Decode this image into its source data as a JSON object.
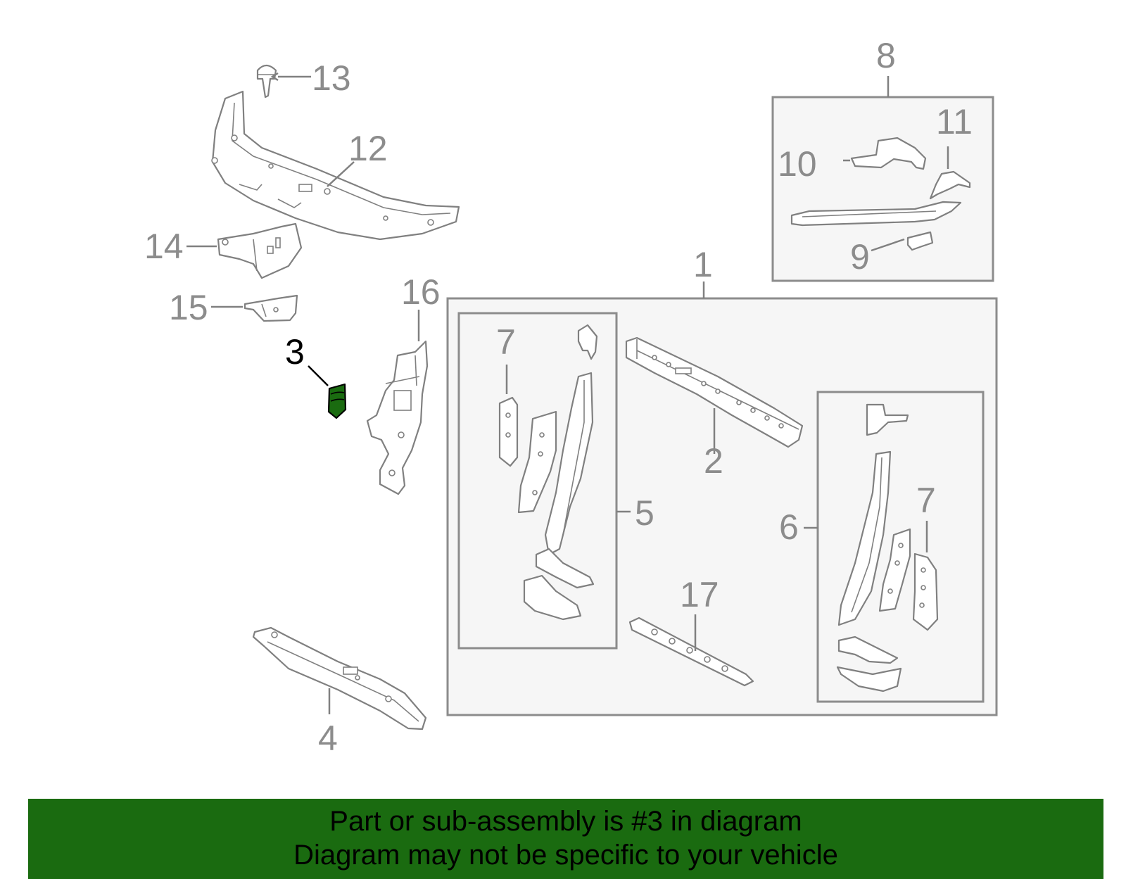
{
  "diagram": {
    "labels": {
      "n1": "1",
      "n2": "2",
      "n3": "3",
      "n4": "4",
      "n5": "5",
      "n6": "6",
      "n7a": "7",
      "n7b": "7",
      "n8": "8",
      "n9": "9",
      "n10": "10",
      "n11": "11",
      "n12": "12",
      "n13": "13",
      "n14": "14",
      "n15": "15",
      "n16": "16",
      "n17": "17"
    },
    "highlighted_part": "3",
    "colors": {
      "highlight": "#1a6b10",
      "part_stroke": "#808080",
      "box_fill": "#f6f6f6"
    }
  },
  "banner": {
    "line1": "Part or sub-assembly is #3 in diagram",
    "line2": "Diagram may not be specific to your vehicle"
  }
}
